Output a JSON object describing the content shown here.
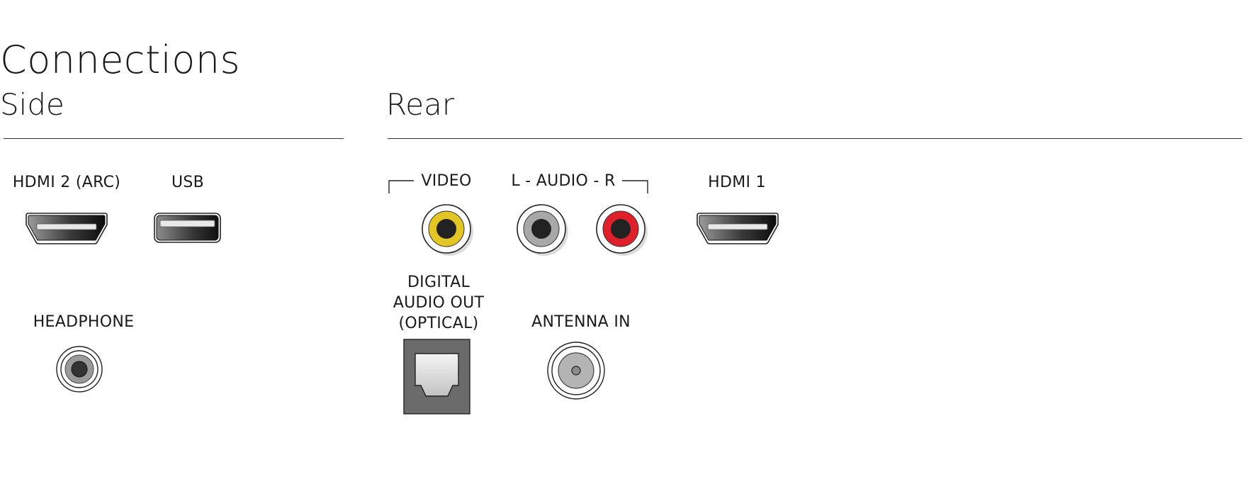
{
  "title": "Connections",
  "sections": {
    "side": {
      "heading": "Side",
      "ports": {
        "hdmi2": "HDMI 2 (ARC)",
        "usb": "USB",
        "headphone": "HEADPHONE"
      }
    },
    "rear": {
      "heading": "Rear",
      "ports": {
        "video": "VIDEO",
        "audio": "L - AUDIO - R",
        "hdmi1": "HDMI 1",
        "digital_audio_out": [
          "DIGITAL",
          "AUDIO OUT",
          "(OPTICAL)"
        ],
        "antenna": "ANTENNA IN"
      }
    }
  },
  "colors": {
    "video_jack": "#e3c524",
    "audio_left_jack": "#a8a8a8",
    "audio_right_jack": "#e0212b",
    "optical_body": "#6b6b6b"
  },
  "icons": [
    "hdmi-port-icon",
    "usb-port-icon",
    "headphone-jack-icon",
    "rca-jack-icon",
    "optical-port-icon",
    "antenna-port-icon"
  ]
}
